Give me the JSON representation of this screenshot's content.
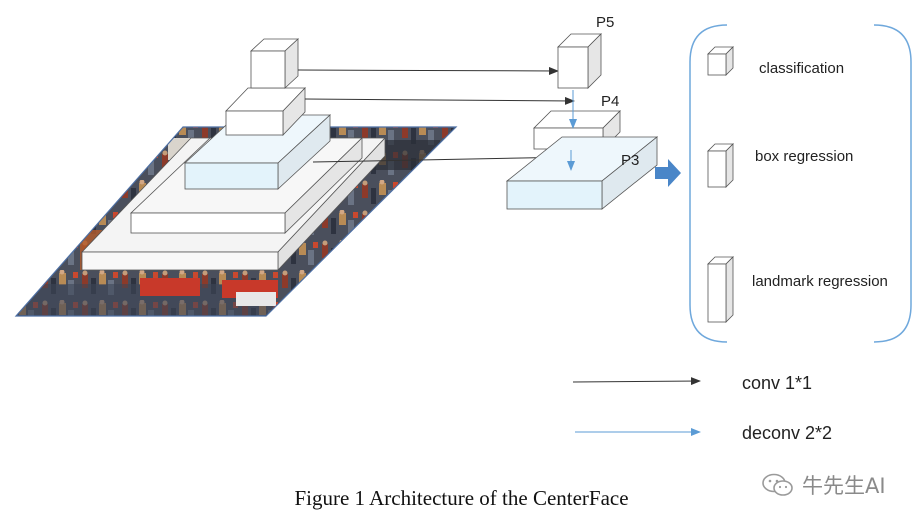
{
  "pyramid_levels": [
    {
      "id": "P5",
      "label": "P5"
    },
    {
      "id": "P4",
      "label": "P4"
    },
    {
      "id": "P3",
      "label": "P3"
    }
  ],
  "heads": [
    {
      "id": "classification",
      "label": "classification"
    },
    {
      "id": "box-regression",
      "label": "box regression"
    },
    {
      "id": "landmark-regression",
      "label": "landmark regression"
    }
  ],
  "legend": {
    "conv": {
      "label": "conv 1*1",
      "color": "#333333"
    },
    "deconv": {
      "label": "deconv 2*2",
      "color": "#5b9bd5"
    }
  },
  "caption": "Figure 1 Architecture of the CenterFace",
  "watermark": "牛先生AI",
  "colors": {
    "box_face": "#ffffff",
    "box_face_tinted": "#e3f3fb",
    "box_side": "#ececec",
    "box_edge": "#555555",
    "head_bracket": "#6fa8dc",
    "output_arrow": "#4a86c8"
  }
}
